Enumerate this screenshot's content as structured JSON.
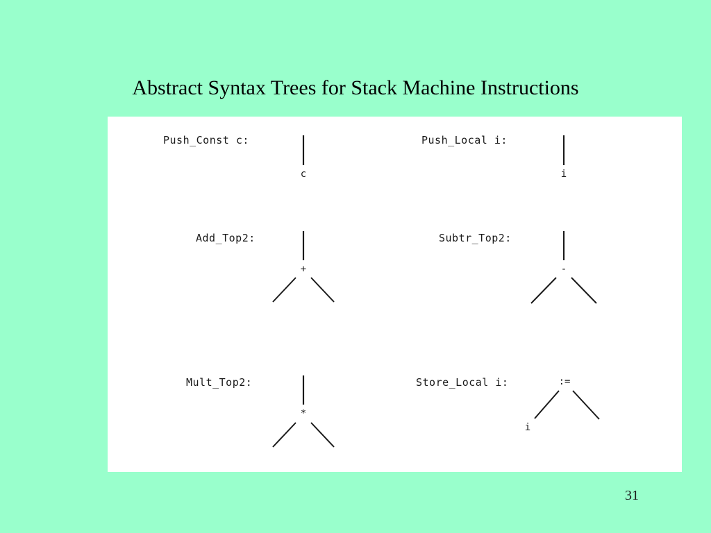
{
  "slide": {
    "title": "Abstract Syntax Trees for Stack Machine Instructions",
    "page_number": "31",
    "background_color": "#99ffcc",
    "panel_color": "#ffffff",
    "ink_color": "#1a1a1a"
  },
  "figure": {
    "caption": "Abstract Syntax Trees for Stack Machine Instructions",
    "trees": [
      {
        "id": "push-const",
        "label": "Push_Const c:",
        "root": "",
        "root_has_stem": true,
        "children": [
          "c"
        ],
        "shape": "single-stem"
      },
      {
        "id": "push-local",
        "label": "Push_Local i:",
        "root": "",
        "root_has_stem": true,
        "children": [
          "i"
        ],
        "shape": "single-stem"
      },
      {
        "id": "add-top2",
        "label": "Add_Top2:",
        "root": "+",
        "root_has_stem": true,
        "children": [
          "",
          ""
        ],
        "shape": "binary"
      },
      {
        "id": "subtr-top2",
        "label": "Subtr_Top2:",
        "root": "-",
        "root_has_stem": true,
        "children": [
          "",
          ""
        ],
        "shape": "binary"
      },
      {
        "id": "mult-top2",
        "label": "Mult_Top2:",
        "root": "*",
        "root_has_stem": true,
        "children": [
          "",
          ""
        ],
        "shape": "binary"
      },
      {
        "id": "store-local",
        "label": "Store_Local i:",
        "root": ":=",
        "root_has_stem": false,
        "children": [
          "i",
          ""
        ],
        "shape": "binary"
      }
    ]
  }
}
